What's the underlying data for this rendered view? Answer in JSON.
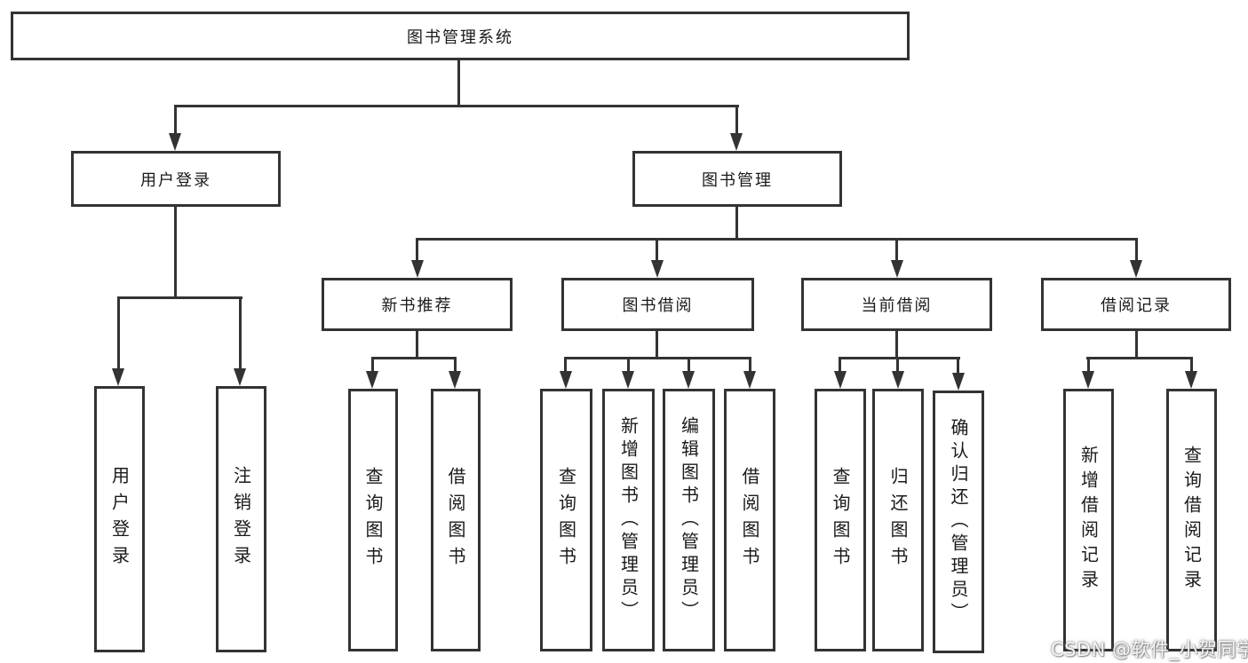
{
  "nodes": {
    "root": "图书管理系统",
    "user_login": "用户登录",
    "book_management": "图书管理",
    "new_book_recommend": "新书推荐",
    "book_borrow": "图书借阅",
    "current_borrow": "当前借阅",
    "borrow_record": "借阅记录",
    "leaf_user_login": "用户登录",
    "leaf_logout": "注销登录",
    "nb_query_book": "查询图书",
    "nb_borrow_book": "借阅图书",
    "bb_query_book": "查询图书",
    "bb_add_book": "新增图书（管理员）",
    "bb_edit_book": "编辑图书（管理员）",
    "bb_borrow_book": "借阅图书",
    "cb_query_book": "查询图书",
    "cb_return_book": "归还图书",
    "cb_confirm_return": "确认归还（管理员）",
    "br_add_record": "新增借阅记录",
    "br_query_record": "查询借阅记录"
  },
  "watermark": "CSDN @软件_小贺同学",
  "colors": {
    "line": "#333333",
    "text": "#1a1a1a",
    "background": "#ffffff",
    "watermark_fill": "#ffffff",
    "watermark_outline": "#6e6e6e"
  }
}
